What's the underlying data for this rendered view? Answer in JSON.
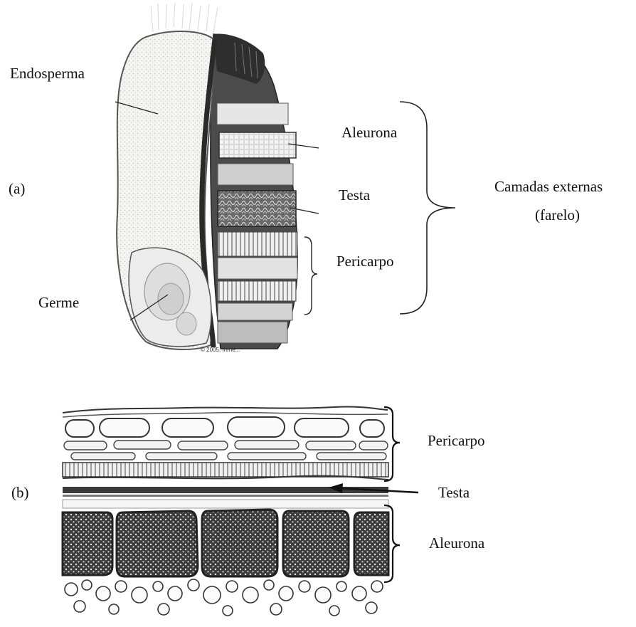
{
  "figure_a": {
    "panel_label": "(a)",
    "labels": {
      "endosperma": "Endosperma",
      "germe": "Germe",
      "aleurona": "Aleurona",
      "testa": "Testa",
      "pericarpo": "Pericarpo",
      "camadas_line1": "Camadas externas",
      "camadas_line2": "(farelo)"
    },
    "credit": "© 2005, Irene..."
  },
  "figure_b": {
    "panel_label": "(b)",
    "labels": {
      "pericarpo": "Pericarpo",
      "testa": "Testa",
      "aleurona": "Aleurona"
    }
  },
  "colors": {
    "ink": "#111111",
    "endosperm_fill": "#f4f4f1",
    "dark_band": "#3a3a3a"
  }
}
